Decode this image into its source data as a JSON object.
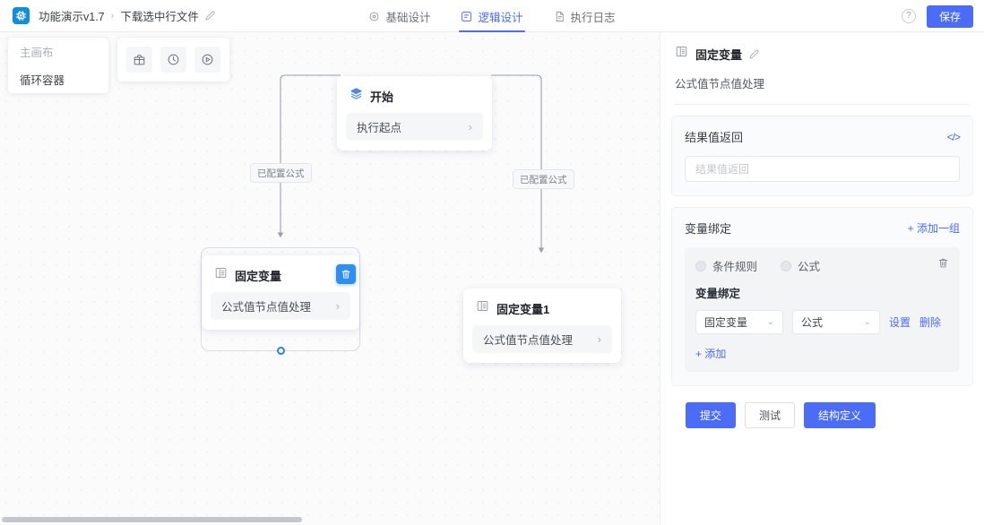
{
  "header": {
    "logo_icon": "chip-search-icon",
    "breadcrumb": [
      {
        "label": "功能演示v1.7"
      },
      {
        "label": "下载选中行文件"
      }
    ],
    "breadcrumb_separator": "›",
    "edit_icon": "pencil-icon",
    "tabs": [
      {
        "label": "基础设计",
        "icon": "settings-gear-icon",
        "active": false
      },
      {
        "label": "逻辑设计",
        "icon": "flow-node-icon",
        "active": true
      },
      {
        "label": "执行日志",
        "icon": "document-log-icon",
        "active": false
      }
    ],
    "help_icon": "question-mark-icon",
    "help_label": "?",
    "save_label": "保存",
    "accent_color": "#4a6cf7"
  },
  "canvas": {
    "layer_panel": [
      {
        "label": "主画布",
        "active": false
      },
      {
        "label": "循环容器",
        "active": true
      }
    ],
    "tools": [
      {
        "icon": "package-box-icon"
      },
      {
        "icon": "clock-history-icon"
      },
      {
        "icon": "play-circle-icon"
      }
    ],
    "start_node": {
      "title": "开始",
      "icon": "layers-stack-icon",
      "body_label": "执行起点",
      "chevron": "›"
    },
    "nodes": [
      {
        "title": "固定变量",
        "icon": "table-columns-icon",
        "body_label": "公式值节点值处理",
        "chevron": "›",
        "selected": true,
        "delete_icon": "trash-icon"
      },
      {
        "title": "固定变量1",
        "icon": "table-columns-icon",
        "body_label": "公式值节点值处理",
        "chevron": "›",
        "selected": false
      }
    ],
    "edge_labels": [
      {
        "label": "已配置公式"
      },
      {
        "label": "已配置公式"
      }
    ]
  },
  "panel": {
    "title": "固定变量",
    "title_icon": "table-columns-icon",
    "edit_icon": "pencil-icon",
    "subtitle": "公式值节点值处理",
    "result_card": {
      "title": "结果值返回",
      "code_icon": "code-brackets-icon",
      "code_label": "</>",
      "input_value": "",
      "input_placeholder": "结果值返回"
    },
    "binding_card": {
      "title": "变量绑定",
      "add_group_label": "+ 添加一组",
      "radios": [
        {
          "label": "条件规则",
          "checked": false
        },
        {
          "label": "公式",
          "checked": false
        }
      ],
      "delete_icon": "trash-icon",
      "group_label": "变量绑定",
      "selects": [
        {
          "value": "固定变量",
          "caret": "⌄"
        },
        {
          "value": "公式",
          "caret": "⌄"
        }
      ],
      "ops": [
        {
          "label": "设置"
        },
        {
          "label": "删除"
        }
      ],
      "add_label": "+ 添加"
    },
    "actions": [
      {
        "label": "提交",
        "style": "primary"
      },
      {
        "label": "测试",
        "style": "ghost"
      },
      {
        "label": "结构定义",
        "style": "primary"
      }
    ]
  }
}
